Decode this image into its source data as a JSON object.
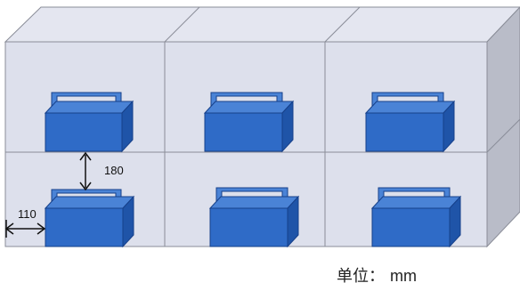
{
  "diagram": {
    "shelf_color_front": "#dde0ec",
    "shelf_color_top": "#e4e6f0",
    "shelf_color_side": "#b9bcc8",
    "shelf_edge_color": "#8a8d98",
    "box_color_front": "#2f6bc7",
    "box_color_top": "#4a83d6",
    "box_color_side": "#1f54a8",
    "box_edge_color": "#16408a",
    "grid_columns": 3,
    "grid_rows": 2,
    "vertical_gap_label": "180",
    "horizontal_gap_label": "110"
  },
  "unit": {
    "label": "单位：",
    "value": "mm"
  }
}
